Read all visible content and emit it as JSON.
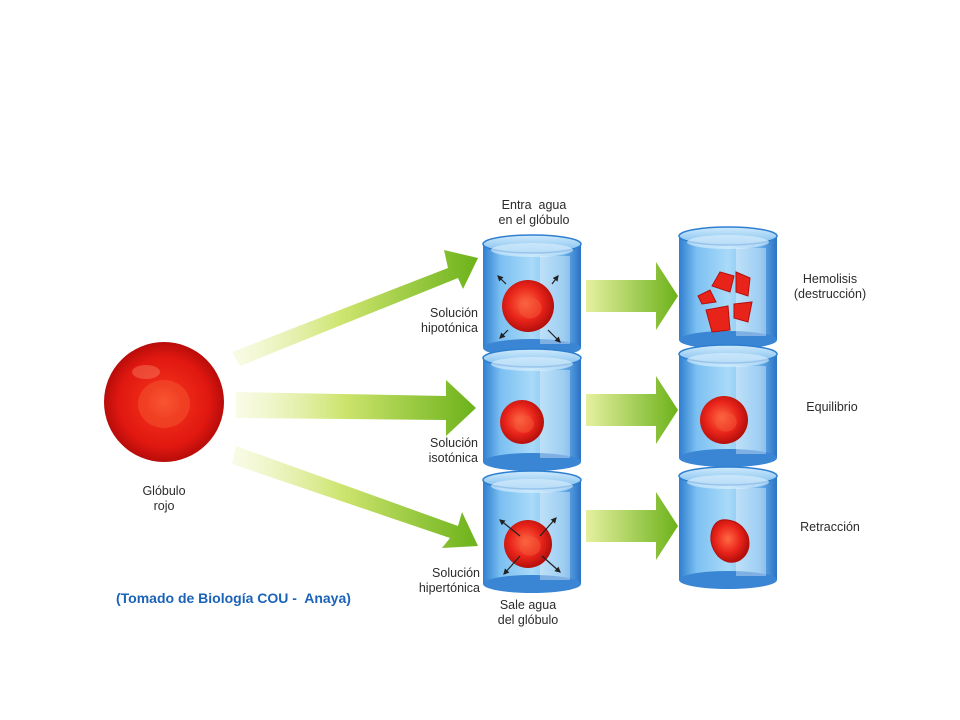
{
  "source_cell_label": "Glóbulo\nrojo",
  "rows": [
    {
      "solution_label": "Solución\nhipotónica",
      "top_note": "Entra  agua\nen el glóbulo",
      "result_label": "Hemolisis\n(destrucción)",
      "cell_state": "hemolysis",
      "water_flow": "in"
    },
    {
      "solution_label": "Solución\nisotónica",
      "result_label": "Equilibrio",
      "cell_state": "normal",
      "water_flow": "none"
    },
    {
      "solution_label": "Solución\nhipertónica",
      "bottom_note": "Sale agua\ndel glóbulo",
      "result_label": "Retracción",
      "cell_state": "crenated",
      "water_flow": "out"
    }
  ],
  "credit": "(Tomado de Biología COU -  Anaya)",
  "colors": {
    "cell_red": "#e41a12",
    "arrow_green": "#7fbf1c",
    "beaker_blue": "#4f9fe0",
    "credit_blue": "#1b63b8"
  }
}
